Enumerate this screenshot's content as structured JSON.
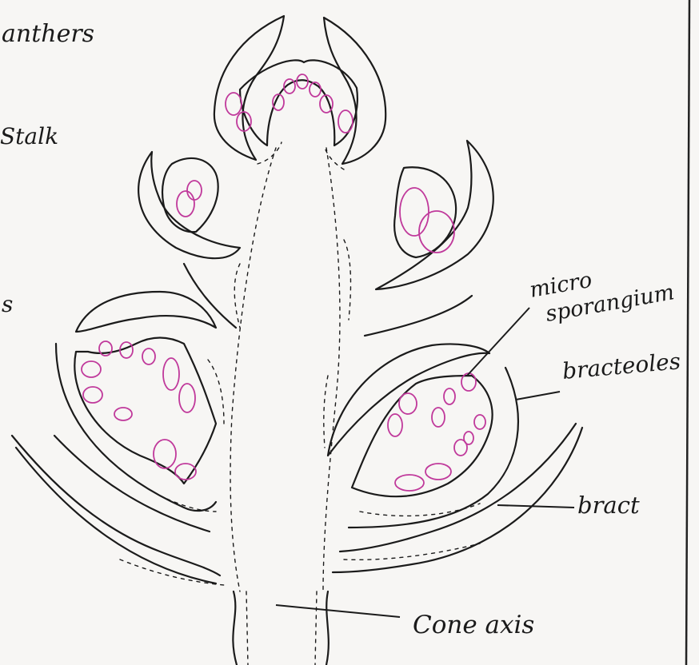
{
  "labels": {
    "anthers": "anthers",
    "stalk": "Stalk",
    "s": "s",
    "microsporangium": [
      "micro",
      "sporangium"
    ],
    "bracteoles": "bracteoles",
    "bract": "bract",
    "cone_axis": "Cone axis"
  },
  "colors": {
    "ink": "#1b1b1b",
    "sporangium": "#c0399b",
    "paper": "#f7f6f4"
  }
}
